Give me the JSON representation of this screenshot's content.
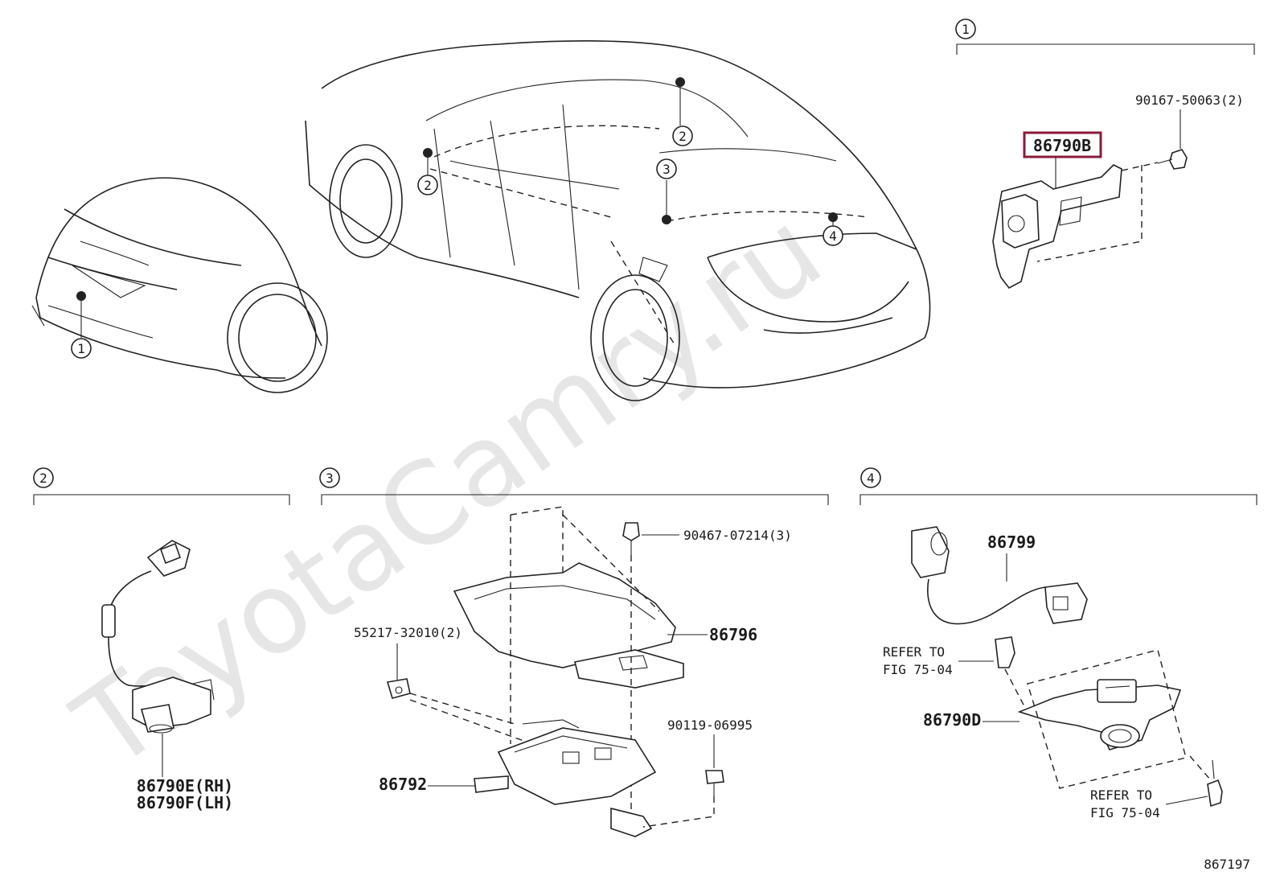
{
  "watermark": "ToyotaCamry.ru",
  "figure_number": "867197",
  "sections": {
    "s1": {
      "num": "1"
    },
    "s2": {
      "num": "2"
    },
    "s3": {
      "num": "3"
    },
    "s4": {
      "num": "4"
    }
  },
  "markers": {
    "m1": "1",
    "m2": "2",
    "m3": "3",
    "m4": "4"
  },
  "parts": {
    "p_86790B": "86790B",
    "p_90167": "90167-50063(2)",
    "p_86790E": "86790E(RH)",
    "p_86790F": "86790F(LH)",
    "p_90467": "90467-07214(3)",
    "p_86796": "86796",
    "p_55217": "55217-32010(2)",
    "p_90119": "90119-06995",
    "p_86792": "86792",
    "p_86799": "86799",
    "p_86790D": "86790D",
    "refer1_line1": "REFER TO",
    "refer1_line2": "FIG 75-04",
    "refer2_line1": "REFER TO",
    "refer2_line2": "FIG 75-04"
  },
  "highlight_color": "#8b1a3a"
}
